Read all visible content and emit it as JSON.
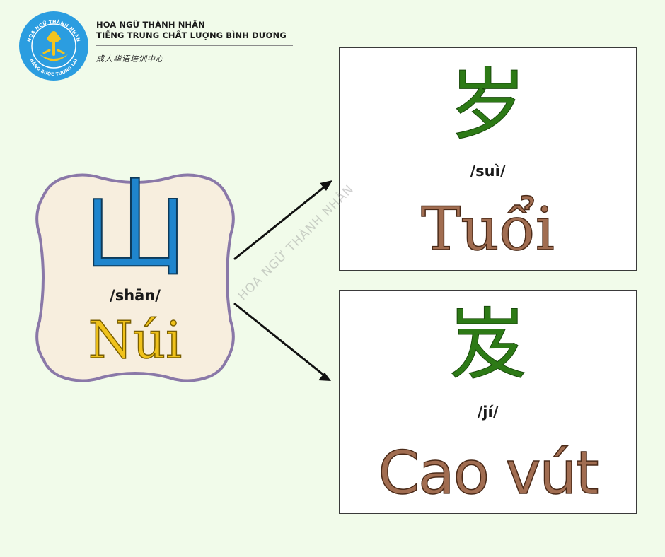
{
  "brand": {
    "line1": "HOA NGỮ THÀNH NHÂN",
    "line2": "TIẾNG TRUNG CHẤT LƯỢNG BÌNH DƯƠNG",
    "chinese_tagline": "成人华语培训中心",
    "logo_text_top": "HOA NGỮ THÀNH NHÂN",
    "logo_text_bottom": "NÂNG BƯỚC TƯƠNG LAI",
    "logo_color": "#2b9de0"
  },
  "source": {
    "hanzi": "山",
    "pinyin": "/shān/",
    "meaning": "Núi"
  },
  "results": [
    {
      "hanzi": "岁",
      "pinyin": "/suì/",
      "meaning": "Tuổi"
    },
    {
      "hanzi": "岌",
      "pinyin": "/jí/",
      "meaning": "Cao vút"
    }
  ],
  "watermark": "HOA NGỮ THÀNH NHÂN",
  "colors": {
    "background": "#f1fbea",
    "source_hanzi": "#1f85cd",
    "source_meaning": "#f0c21b",
    "card_frame": "#8a78a8",
    "card_fill": "#f7eede",
    "result_hanzi": "#2d7a16",
    "result_meaning": "#a16d51"
  }
}
